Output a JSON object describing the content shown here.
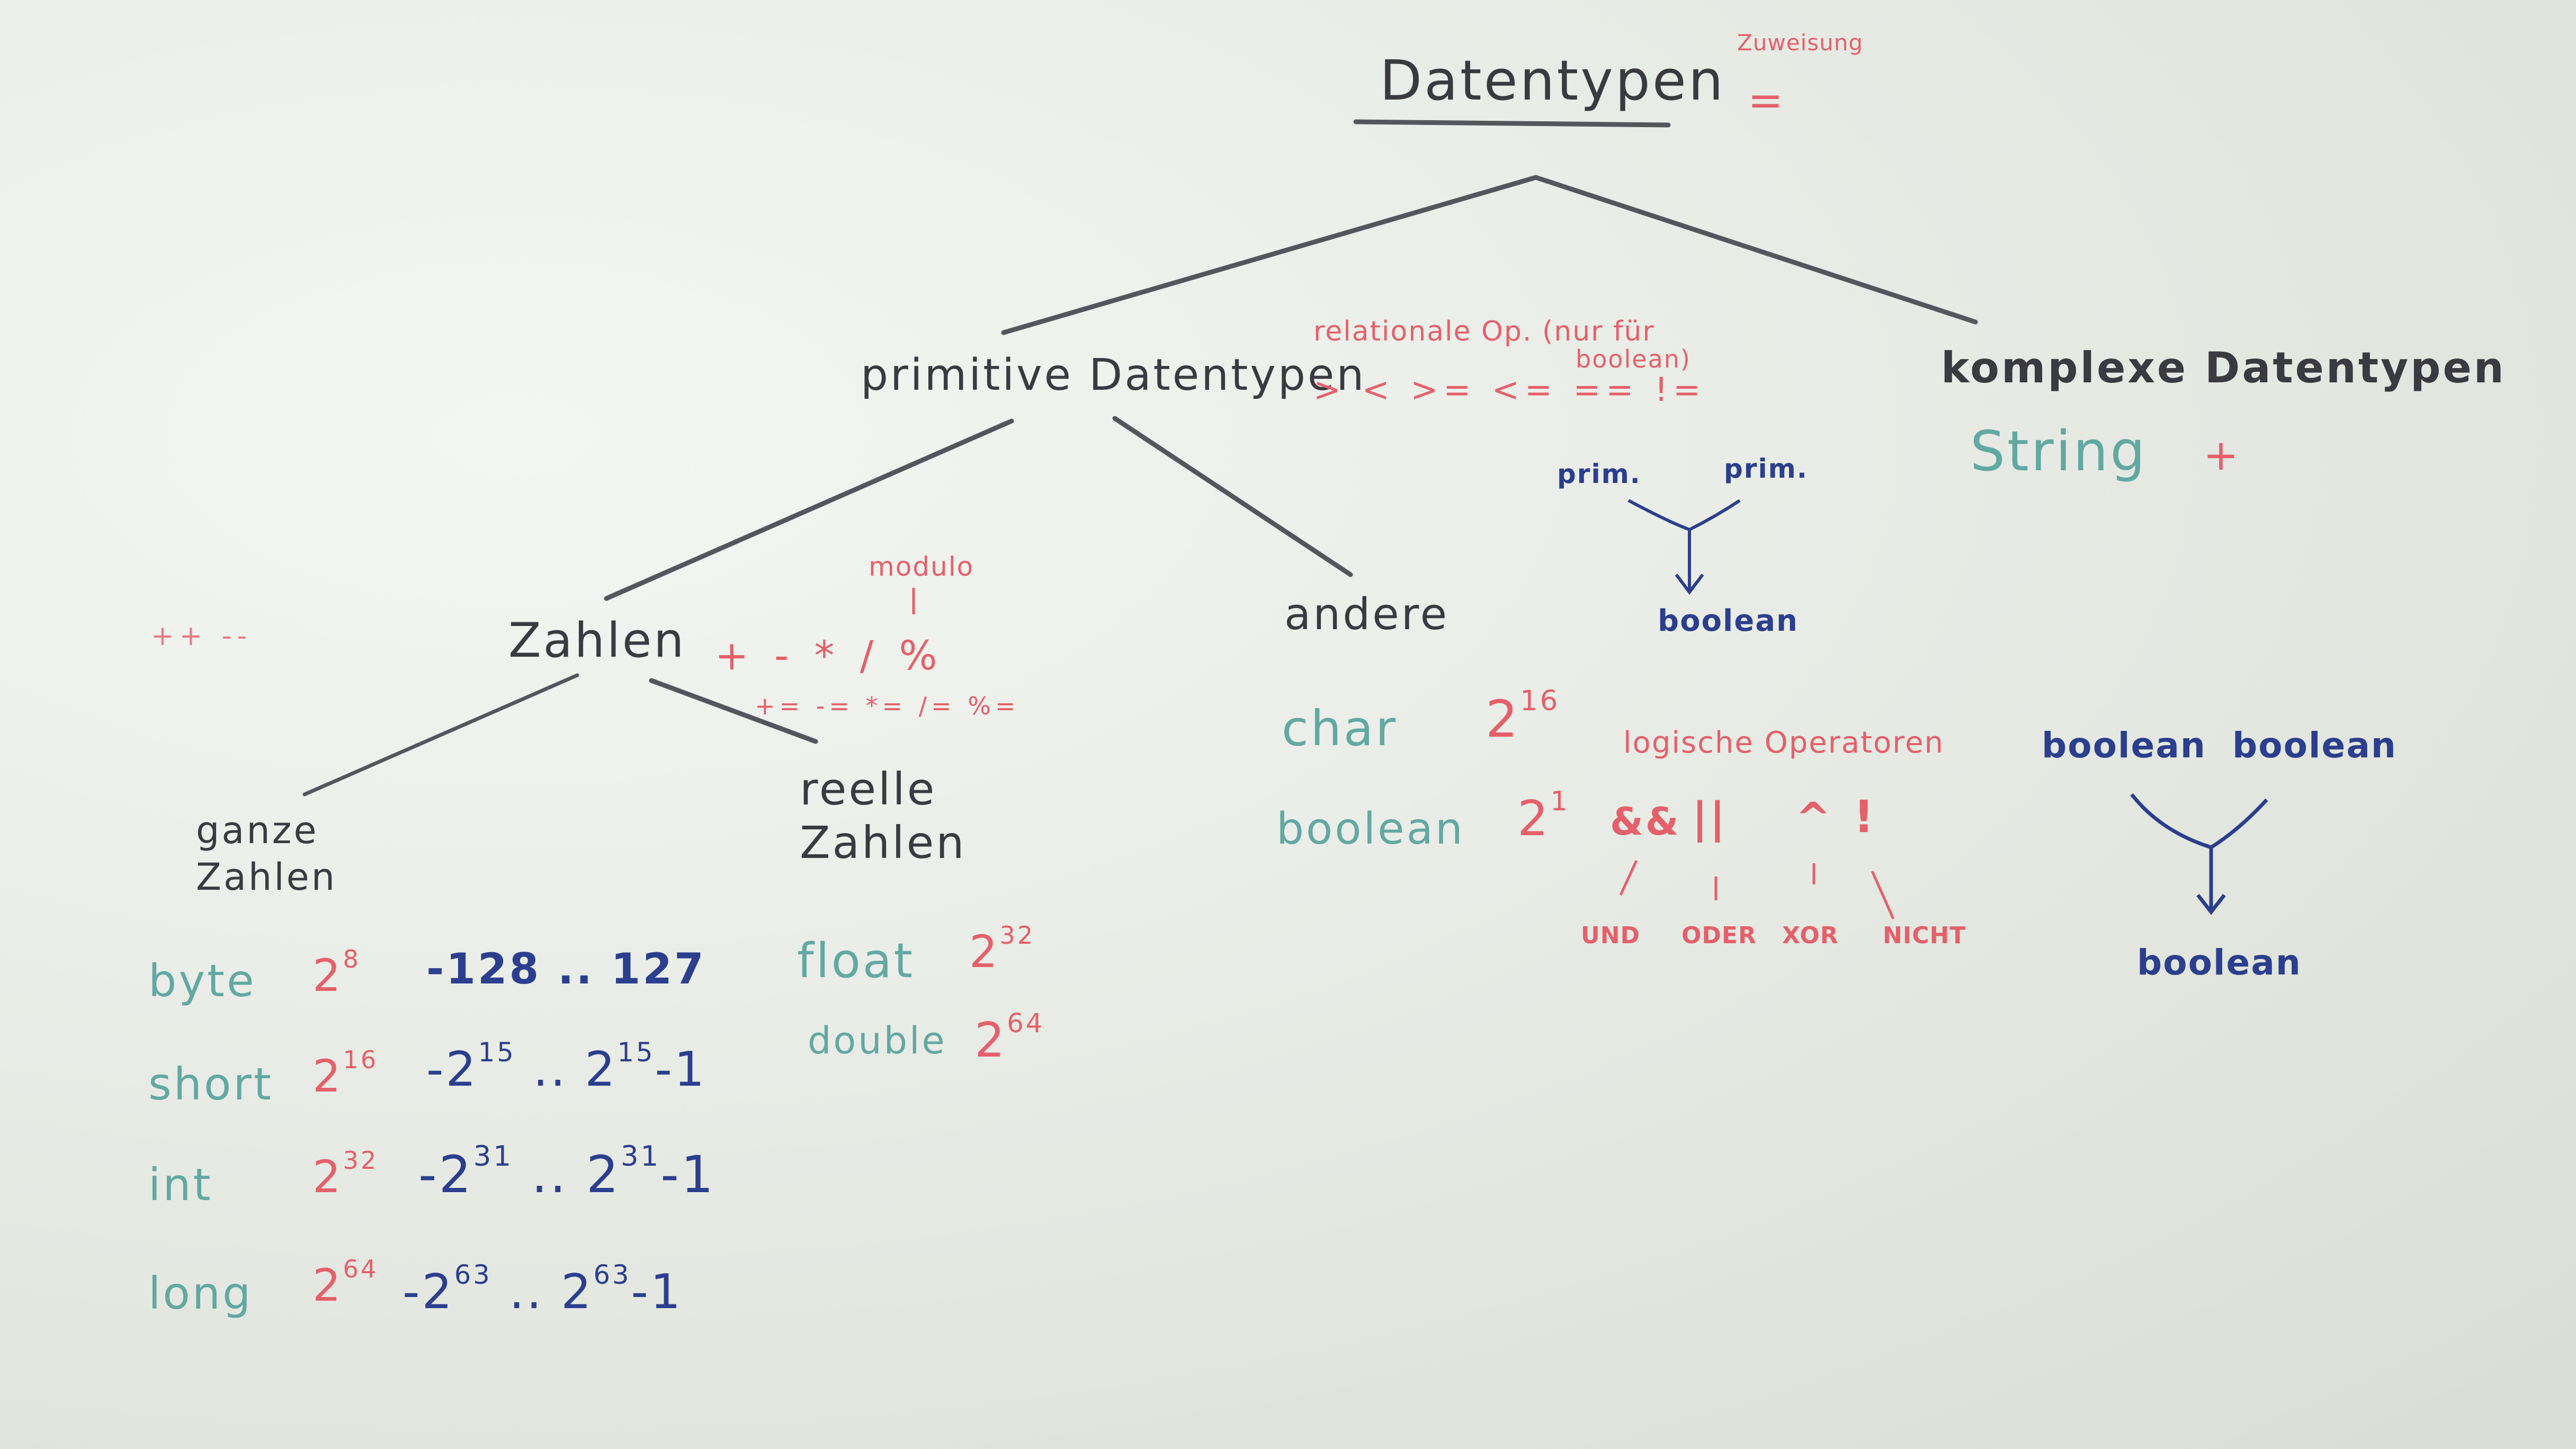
{
  "title": "Datentypen",
  "zuweisung": {
    "label": "Zuweisung",
    "symbol": "="
  },
  "primitive": {
    "heading": "primitive Datentypen"
  },
  "komplexe": {
    "heading": "komplexe Datentypen",
    "string": "String",
    "plus": "+"
  },
  "relational": {
    "label": "relationale Op. (nur für",
    "label2": "boolean)",
    "ops": "> < >= <= == !=",
    "prim_left": "prim.",
    "prim_right": "prim.",
    "result": "boolean"
  },
  "zahlen": {
    "label": "Zahlen",
    "modulo": "modulo",
    "ops": "+ - * / %",
    "assign_ops": "+= -= *= /= %=",
    "inc_dec": "++ --"
  },
  "andere": {
    "label": "andere"
  },
  "ganze_zahlen": {
    "label": "ganze Zahlen",
    "rows": [
      {
        "type": "byte",
        "size": "2",
        "size_exp": "8",
        "range": "-128 .. 127"
      },
      {
        "type": "short",
        "size": "2",
        "size_exp": "16",
        "min": "-2",
        "min_exp": "15",
        "max": "2",
        "max_exp": "15",
        "max_suffix": "-1"
      },
      {
        "type": "int",
        "size": "2",
        "size_exp": "32",
        "min": "-2",
        "min_exp": "31",
        "max": "2",
        "max_exp": "31",
        "max_suffix": "-1"
      },
      {
        "type": "long",
        "size": "2",
        "size_exp": "64",
        "min": "-2",
        "min_exp": "63",
        "max": "2",
        "max_exp": "63",
        "max_suffix": "-1"
      }
    ]
  },
  "reelle_zahlen": {
    "label": "reelle Zahlen",
    "rows": [
      {
        "type": "float",
        "size": "2",
        "size_exp": "32"
      },
      {
        "type": "double",
        "size": "2",
        "size_exp": "64"
      }
    ]
  },
  "andere_types": [
    {
      "type": "char",
      "size": "2",
      "size_exp": "16"
    },
    {
      "type": "boolean",
      "size": "2",
      "size_exp": "1"
    }
  ],
  "logical": {
    "label": "logische Operatoren",
    "ops": [
      "&&",
      "||",
      "^",
      "!"
    ],
    "names": [
      "UND",
      "ODER",
      "XOR",
      "NICHT"
    ]
  },
  "boolean_diagram": {
    "left": "boolean",
    "right": "boolean",
    "result": "boolean"
  },
  "colors": {
    "black": "#3a3a40",
    "red": "#e4606a",
    "teal": "#62a9a2",
    "navy": "#2b3f8e"
  }
}
